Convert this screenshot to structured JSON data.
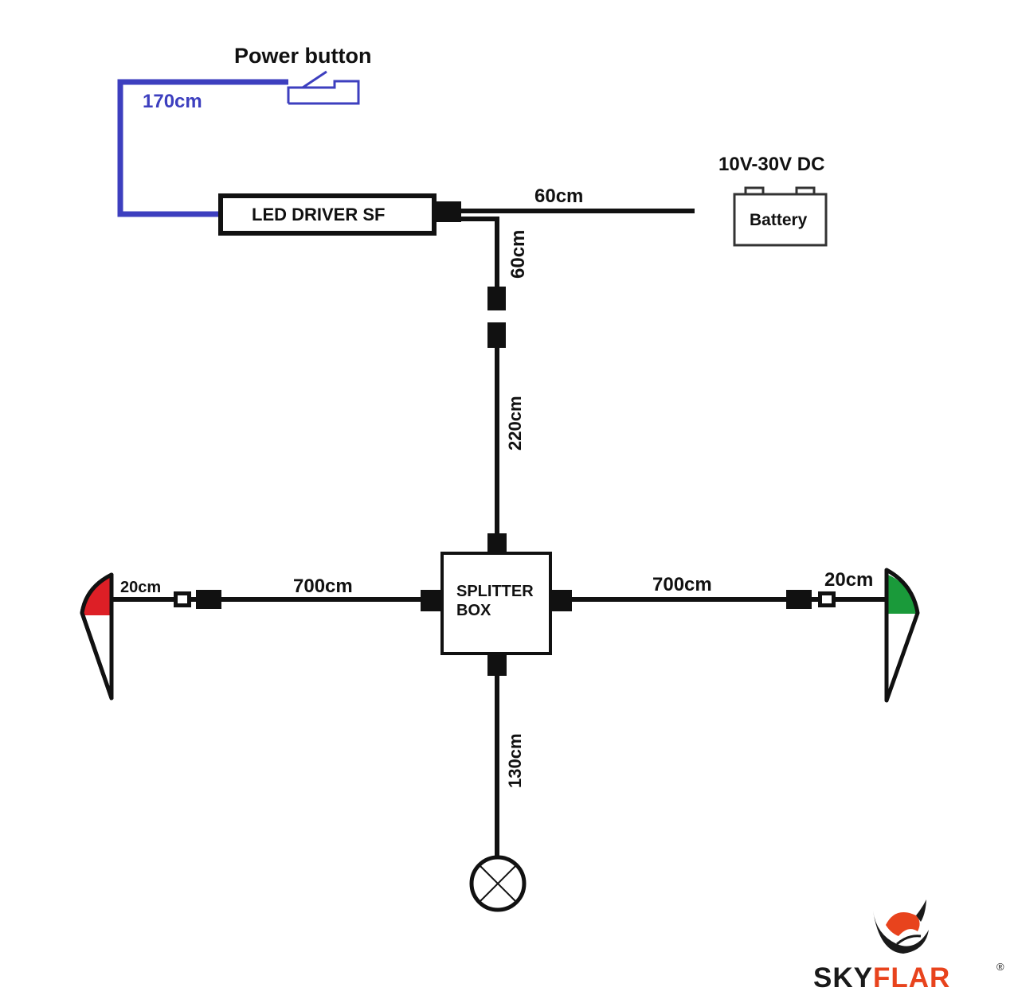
{
  "labels": {
    "power_button": "Power button",
    "cable_power_button": "170cm",
    "led_driver": "LED DRIVER SF",
    "cable_battery": "60cm",
    "supply_voltage": "10V-30V DC",
    "battery": "Battery",
    "cable_driver_down": "60cm",
    "cable_main_down": "220cm",
    "splitter_line1": "SPLITTER",
    "splitter_line2": "BOX",
    "cable_left": "700cm",
    "cable_right": "700cm",
    "lead_left": "20cm",
    "lead_right": "20cm",
    "cable_bottom": "130cm"
  },
  "logo": {
    "text_part1": "SKY",
    "text_part2": "FLAR",
    "registered": "®"
  },
  "colors": {
    "wire": "#111111",
    "button_wire": "#3d3fbf",
    "button_label": "#3d3fbf",
    "port_light_red": "#dd1f26",
    "starboard_light_green": "#1a9a3a",
    "logo_orange": "#e8431d",
    "logo_dark": "#1a1a1a"
  }
}
